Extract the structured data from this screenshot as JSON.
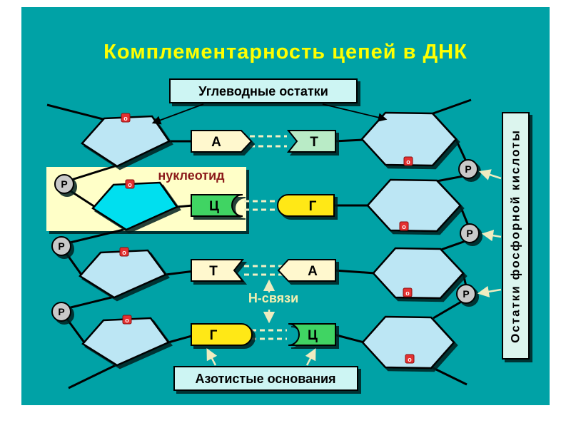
{
  "slide": {
    "title": "Комплементарность цепей в ДНК",
    "top_label": "Углеводные остатки",
    "nucleotide_label": "нуклеотид",
    "h_bonds_label": "Н-связи",
    "bottom_label": "Азотистые основания",
    "right_label": "Остатки фосфорной кислоты",
    "phosphate_symbol": "Р",
    "oxygen_symbol": "o",
    "base_pairs": [
      {
        "left": {
          "letter": "А",
          "fill": "#FFF8CE"
        },
        "right": {
          "letter": "Т",
          "fill": "#B9EBC6"
        }
      },
      {
        "left": {
          "letter": "Ц",
          "fill": "#3FD463"
        },
        "right": {
          "letter": "Г",
          "fill": "#FFE816"
        }
      },
      {
        "left": {
          "letter": "Т",
          "fill": "#FFF8CE"
        },
        "right": {
          "letter": "А",
          "fill": "#FFF8CE"
        }
      },
      {
        "left": {
          "letter": "Г",
          "fill": "#FFE816"
        },
        "right": {
          "letter": "Ц",
          "fill": "#3FD463"
        }
      }
    ],
    "colors": {
      "background": "#00A2A6",
      "title": "#FFFF00",
      "label_box": "#CDF5F3",
      "right_box": "#DCF5EE",
      "highlight_box": "#FFFFC8",
      "nucleotide_text": "#8B1A1A",
      "sugar": "#BCE6F4",
      "sugar_highlight": "#00DFEF",
      "phosphate": "#C9C9C9",
      "oxygen": "#E43131",
      "bond": "#F0EFC4",
      "cream": "#EFECC0",
      "h_bonds_text": "#F5F0B0"
    }
  }
}
